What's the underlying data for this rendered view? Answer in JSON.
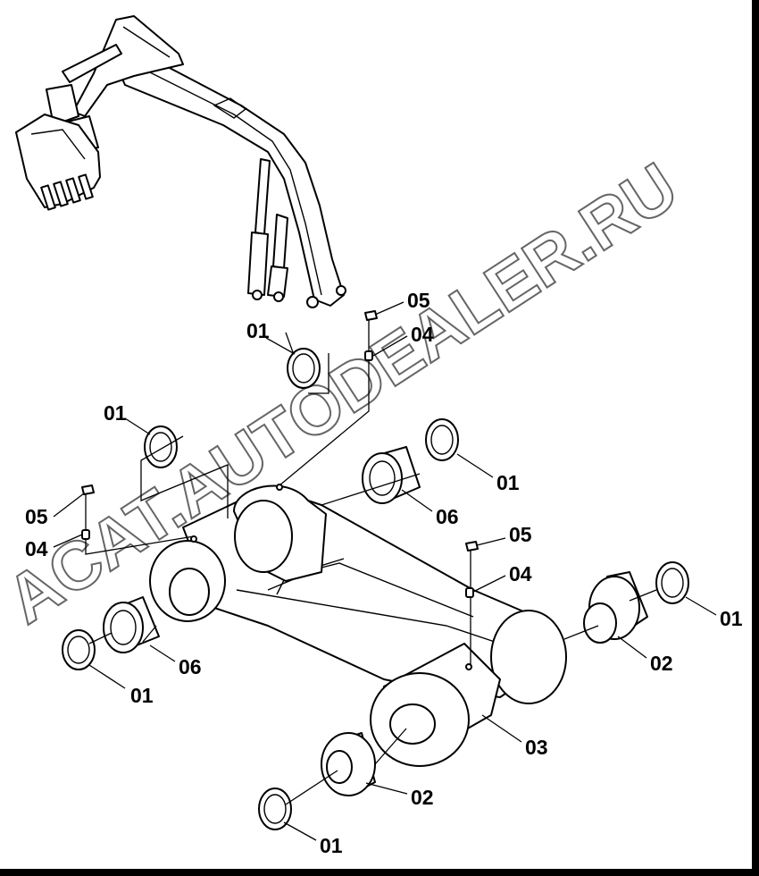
{
  "diagram": {
    "watermark": "ACAT.AUTODEALER.RU",
    "callouts": [
      {
        "id": "c01a",
        "text": "01"
      },
      {
        "id": "c05a",
        "text": "05"
      },
      {
        "id": "c04a",
        "text": "04"
      },
      {
        "id": "c01b",
        "text": "01"
      },
      {
        "id": "c01c",
        "text": "01"
      },
      {
        "id": "c06a",
        "text": "06"
      },
      {
        "id": "c05b",
        "text": "05"
      },
      {
        "id": "c04b",
        "text": "04"
      },
      {
        "id": "c05c",
        "text": "05"
      },
      {
        "id": "c04c",
        "text": "04"
      },
      {
        "id": "c01d",
        "text": "01"
      },
      {
        "id": "c02a",
        "text": "02"
      },
      {
        "id": "c06b",
        "text": "06"
      },
      {
        "id": "c01e",
        "text": "01"
      },
      {
        "id": "c03",
        "text": "03"
      },
      {
        "id": "c02b",
        "text": "02"
      },
      {
        "id": "c01f",
        "text": "01"
      }
    ]
  }
}
